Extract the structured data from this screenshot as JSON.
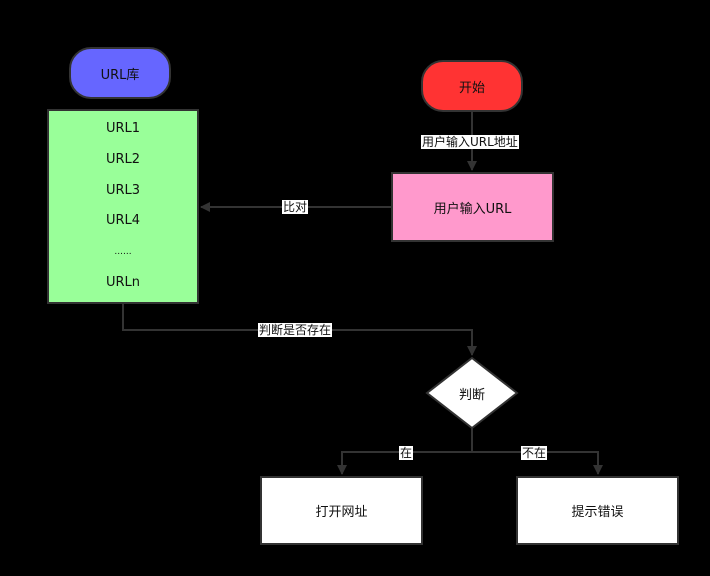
{
  "nodes": {
    "url_lib": "URL库",
    "start": "开始",
    "user_input": "用户输入URL",
    "url_list": [
      "URL1",
      "URL2",
      "URL3",
      "URL4",
      "......",
      "URLn"
    ],
    "decision": "判断",
    "open_site": "打开网址",
    "show_error": "提示错误"
  },
  "edges": {
    "start_to_input": "用户输入URL地址",
    "input_to_list": "比对",
    "list_to_decision": "判断是否存在",
    "decision_yes": "在",
    "decision_no": "不在"
  },
  "colors": {
    "background": "#000000",
    "url_lib": "#6666ff",
    "start": "#ff3333",
    "user_input": "#ff99cc",
    "url_list": "#99ff99",
    "decision": "#ffffff",
    "result": "#ffffff",
    "connector": "#333333"
  }
}
